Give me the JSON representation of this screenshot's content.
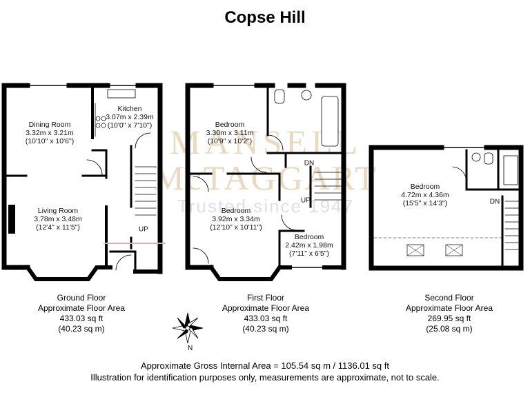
{
  "title": "Copse Hill",
  "watermark": {
    "line1": "MANSELL",
    "line2": "McTAGGART",
    "line3": "Trusted since 1947"
  },
  "ground_floor": {
    "rooms": [
      {
        "name": "Dining Room",
        "metric": "3.32m x 3.21m",
        "imperial": "(10'10\" x 10'6\")"
      },
      {
        "name": "Kitchen",
        "metric": "3.07m x 2.39m",
        "imperial": "(10'0\" x 7'10\")"
      },
      {
        "name": "Living Room",
        "metric": "3.78m x 3.48m",
        "imperial": "(12'4\" x 11'5\")"
      }
    ],
    "stair_label": "UP",
    "caption": {
      "name": "Ground Floor",
      "area_label": "Approximate Floor Area",
      "sqft": "433.03 sq ft",
      "sqm": "(40.23 sq m)"
    }
  },
  "first_floor": {
    "rooms": [
      {
        "name": "Bedroom",
        "metric": "3.30m x 3.11m",
        "imperial": "(10'9\" x 10'2\")"
      },
      {
        "name": "Bedroom",
        "metric": "3.92m x 3.34m",
        "imperial": "(12'10\" x 10'11\")"
      },
      {
        "name": "Bedroom",
        "metric": "2.42m x 1.98m",
        "imperial": "(7'11\" x 6'5\")"
      }
    ],
    "stair_down": "DN",
    "stair_up": "UP",
    "caption": {
      "name": "First Floor",
      "area_label": "Approximate Floor Area",
      "sqft": "433.03 sq ft",
      "sqm": "(40.23 sq m)"
    }
  },
  "second_floor": {
    "rooms": [
      {
        "name": "Bedroom",
        "metric": "4.72m x 4.36m",
        "imperial": "(15'5\" x 14'3\")"
      }
    ],
    "stair_down": "DN",
    "caption": {
      "name": "Second Floor",
      "area_label": "Approximate Floor Area",
      "sqft": "269.95 sq ft",
      "sqm": "(25.08 sq m)"
    }
  },
  "compass_label": "N",
  "footer": {
    "gross_area": "Approximate Gross Internal Area = 105.54 sq m / 1136.01 sq ft",
    "disclaimer": "Illustration for identification purposes only, measurements are approximate, not to scale."
  },
  "colors": {
    "wall": "#000000",
    "watermark": "#e9d9c0",
    "accent_line": "#e8a8b8"
  }
}
